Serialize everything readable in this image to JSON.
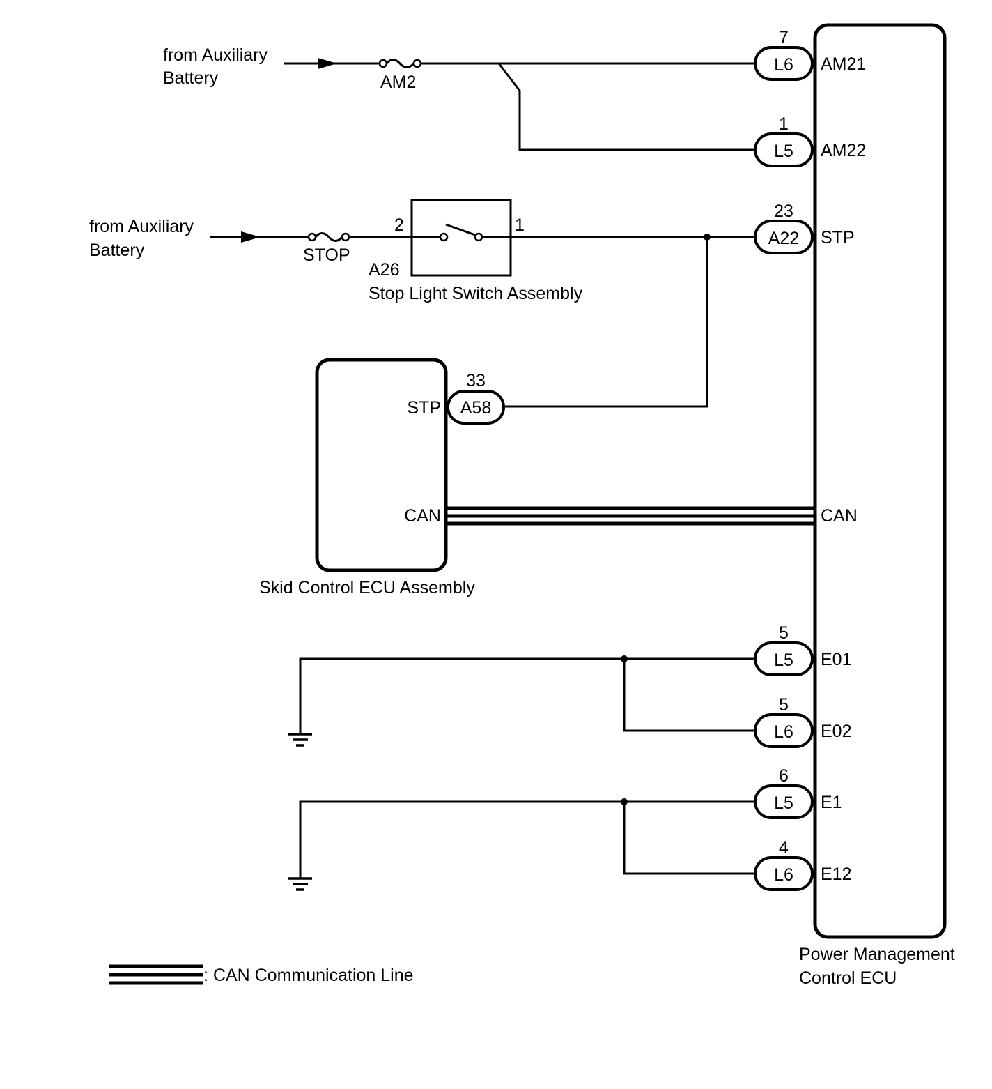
{
  "sources": {
    "battery_1": [
      "from Auxiliary",
      "Battery"
    ],
    "battery_2": [
      "from Auxiliary",
      "Battery"
    ]
  },
  "fuses": {
    "am2": "AM2",
    "stop": "STOP"
  },
  "stop_switch": {
    "code": "A26",
    "name": "Stop Light Switch Assembly",
    "pin_in": "2",
    "pin_out": "1"
  },
  "pmc_ecu": {
    "name": [
      "Power Management",
      "Control ECU"
    ],
    "terminals": [
      {
        "pin": "7",
        "connector": "L6",
        "terminal": "AM21"
      },
      {
        "pin": "1",
        "connector": "L5",
        "terminal": "AM22"
      },
      {
        "pin": "23",
        "connector": "A22",
        "terminal": "STP"
      },
      {
        "pin": "5",
        "connector": "L5",
        "terminal": "E01"
      },
      {
        "pin": "5",
        "connector": "L6",
        "terminal": "E02"
      },
      {
        "pin": "6",
        "connector": "L5",
        "terminal": "E1"
      },
      {
        "pin": "4",
        "connector": "L6",
        "terminal": "E12"
      }
    ],
    "can_terminal": "CAN"
  },
  "skid_ecu": {
    "name": "Skid Control ECU Assembly",
    "stp_terminal": "STP",
    "stp_pin": "33",
    "stp_connector": "A58",
    "can_terminal": "CAN"
  },
  "legend": {
    "label": ": CAN Communication Line"
  }
}
